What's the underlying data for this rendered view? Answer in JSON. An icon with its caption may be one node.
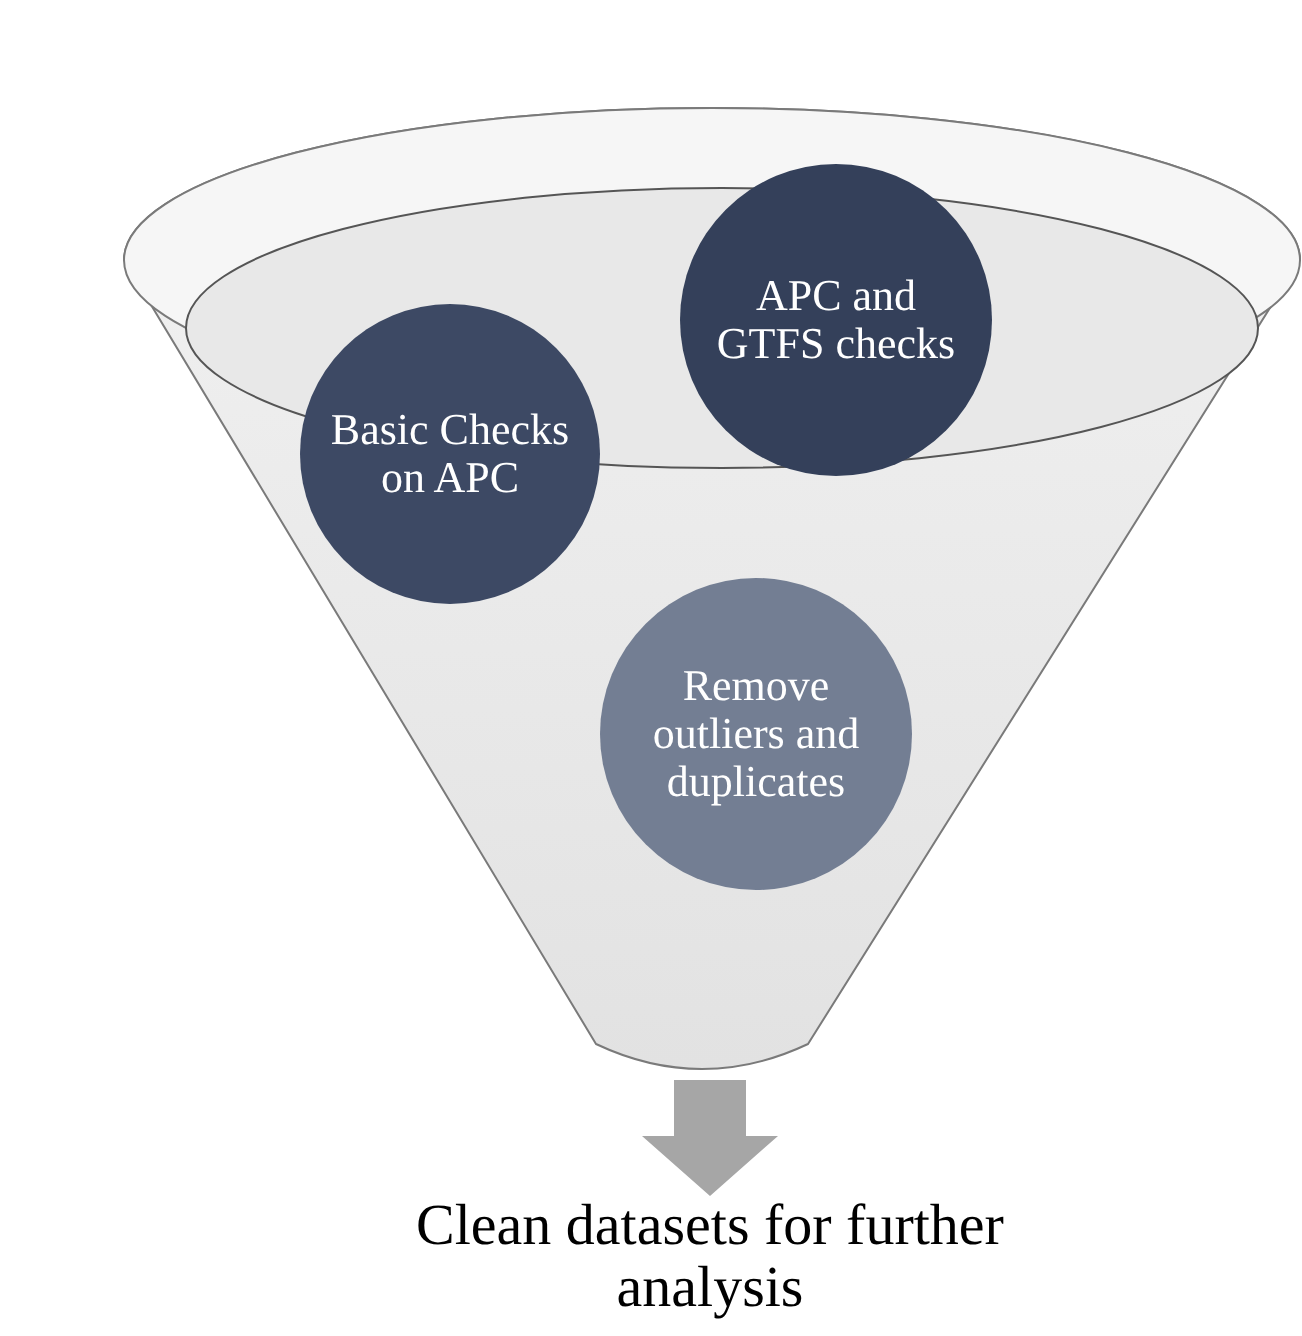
{
  "diagram": {
    "nodes": [
      {
        "text": [],
        "shape": "funnel"
      },
      {
        "text": [
          "Basic Checks on APC"
        ],
        "in": 0
      },
      {
        "text": [
          "APC and GTFS checks"
        ],
        "in": 0
      },
      {
        "text": [
          "Remove outliers and duplicates"
        ],
        "in": 0
      },
      {
        "text": [
          "Clean datasets for further analysis"
        ]
      }
    ],
    "edges": [
      {
        "from": 0,
        "to": 4,
        "arrow": "to",
        "style": "thick"
      }
    ]
  }
}
